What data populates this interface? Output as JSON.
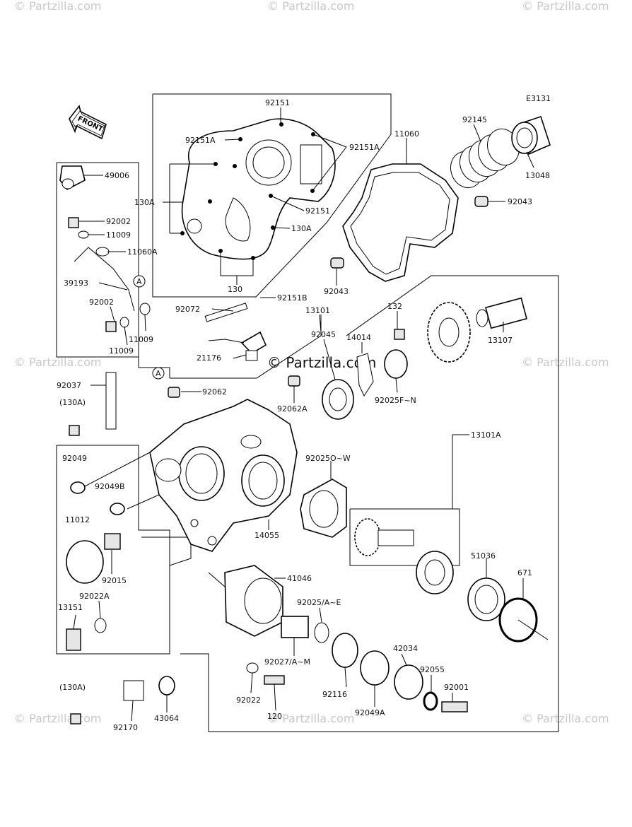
{
  "watermark": "© Partzilla.com",
  "diagram_code": "E3131",
  "front_label": "FRONT",
  "callout_marker": "A",
  "labels": {
    "p92151_top": "92151",
    "p92151A_left": "92151A",
    "p92151A_right": "92151A",
    "p11060": "11060",
    "p92145": "92145",
    "p13048": "13048",
    "p49006": "49006",
    "p130A_left": "130A",
    "p92151_mid": "92151",
    "p130A_mid": "130A",
    "p92043_right": "92043",
    "p92002_top": "92002",
    "p11009_top": "11009",
    "p11060A": "11060A",
    "p39193": "39193",
    "p130": "130",
    "p92043_mid": "92043",
    "p92002_low": "92002",
    "p92072": "92072",
    "p92151B": "92151B",
    "p13101": "13101",
    "p132": "132",
    "p11009_mid": "11009",
    "p11009_low": "11009",
    "p13107": "13107",
    "p14014": "14014",
    "p21176": "21176",
    "p92045": "92045",
    "p92025FN": "92025F~N",
    "p92037": "92037",
    "p92062": "92062",
    "p130A_small": "(130A)",
    "p92062A": "92062A",
    "p13101A": "13101A",
    "p92049": "92049",
    "p92025OW": "92025O~W",
    "p92049B": "92049B",
    "p11012": "11012",
    "p14055": "14055",
    "p51036": "51036",
    "p671": "671",
    "p41046": "41046",
    "p92015": "92015",
    "p92022A": "92022A",
    "p92025AE": "92025/A~E",
    "p13151": "13151",
    "p92027AM": "92027/A~M",
    "p42034": "42034",
    "p92055": "92055",
    "p130A_bottom": "(130A)",
    "p92001": "92001",
    "p92022": "92022",
    "p92116": "92116",
    "p43064": "43064",
    "p120": "120",
    "p92049A": "92049A",
    "p92170": "92170"
  }
}
